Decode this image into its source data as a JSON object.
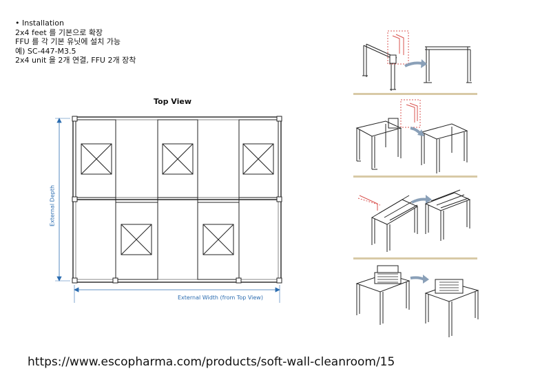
{
  "notes": {
    "line1": "• Installation",
    "line2": "2x4 feet 를 기본으로 확장",
    "line3": "FFU 를 각 기본 유닛에 설치 가능",
    "line4": "예) SC-447-M3.5",
    "line5": "2x4 unit 을 2개 연결, FFU 2개 장착"
  },
  "top_view": {
    "title": "Top View",
    "depth_label": "External Depth",
    "width_label": "External Width (from Top View)"
  },
  "source_url": "https://www.escopharma.com/products/soft-wall-cleanroom/15",
  "colors": {
    "dimension": "#2b6cb0",
    "highlight": "#d9534f",
    "separator": "#d8c9a6"
  }
}
